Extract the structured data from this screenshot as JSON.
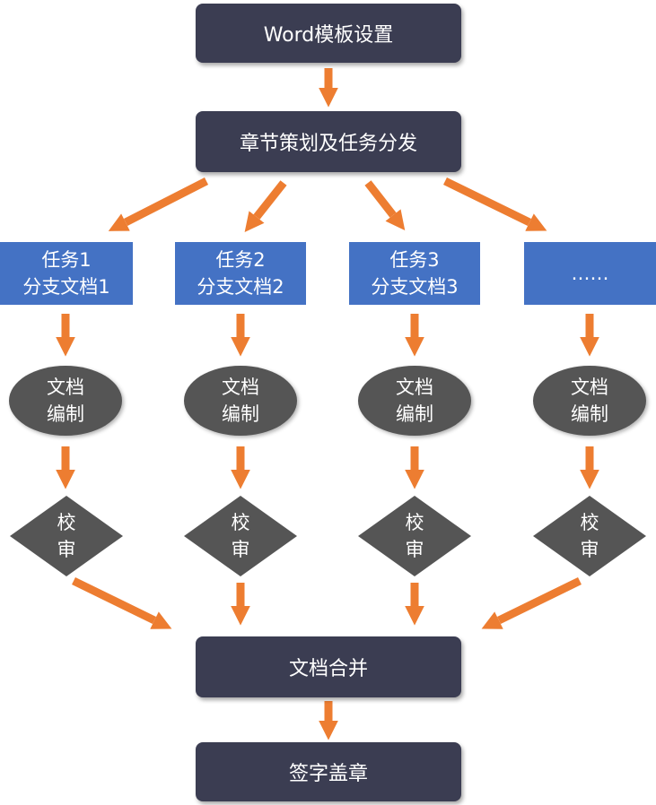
{
  "top": {
    "template_setup": "Word模板设置",
    "planning": "章节策划及任务分发"
  },
  "tasks": [
    {
      "line1": "任务1",
      "line2": "分支文档1",
      "edit1": "文档",
      "edit2": "编制",
      "review1": "校",
      "review2": "审"
    },
    {
      "line1": "任务2",
      "line2": "分支文档2",
      "edit1": "文档",
      "edit2": "编制",
      "review1": "校",
      "review2": "审"
    },
    {
      "line1": "任务3",
      "line2": "分支文档3",
      "edit1": "文档",
      "edit2": "编制",
      "review1": "校",
      "review2": "审"
    },
    {
      "line1": "……",
      "line2": "",
      "edit1": "文档",
      "edit2": "编制",
      "review1": "校",
      "review2": "审"
    }
  ],
  "bottom": {
    "merge": "文档合并",
    "sign": "签字盖章"
  },
  "colors": {
    "dark_box": "#3b3d52",
    "task_box": "#4472c4",
    "ellipse": "#555555",
    "diamond": "#555555",
    "arrow": "#ed7d31"
  }
}
